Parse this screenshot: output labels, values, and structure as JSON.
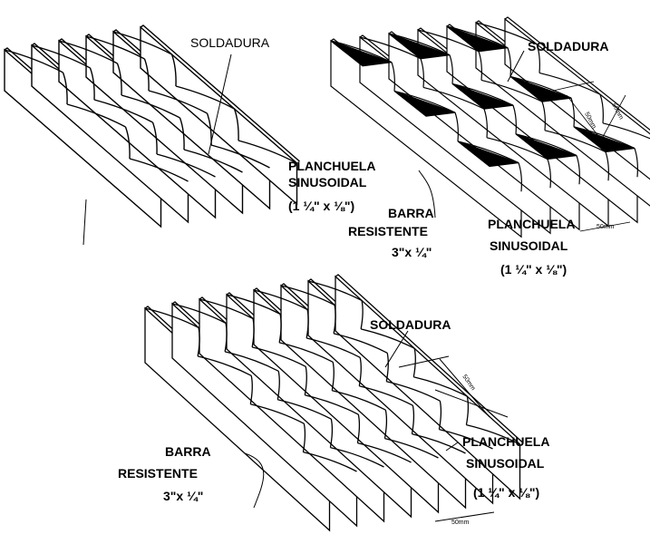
{
  "figure_left": {
    "label_welding": "SOLDADURA",
    "label_flat_bar_line1": "PLANCHUELA",
    "label_flat_bar_line2": "SINUSOIDAL",
    "label_flat_bar_dim": "(1 ¼\" x ⅛\")"
  },
  "figure_right": {
    "label_welding": "SOLDADURA",
    "label_bearing_line1": "BARRA",
    "label_bearing_line2": "RESISTENTE",
    "label_bearing_dim": "3\"x  ¼\"",
    "label_flat_bar_line1": "PLANCHUELA",
    "label_flat_bar_line2": "SINUSOIDAL",
    "label_flat_bar_dim": "(1 ¼\" x ⅛\")",
    "dim_small_1": "50mm",
    "dim_small_2": "50mm",
    "dim_bottom": "50mm"
  },
  "figure_bottom": {
    "label_welding": "SOLDADURA",
    "label_bearing_line1": "BARRA",
    "label_bearing_line2": "RESISTENTE",
    "label_bearing_dim": "3\"x  ¼\"",
    "label_flat_bar_line1": "PLANCHUELA",
    "label_flat_bar_line2": "SINUSOIDAL",
    "label_flat_bar_dim": "(1 ¼\" x ⅛\")",
    "dim_diag": "50mm",
    "dim_bottom": "50mm"
  }
}
